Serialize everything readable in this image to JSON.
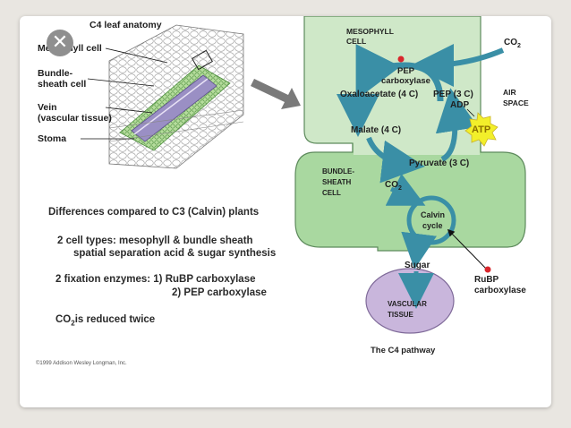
{
  "leaf_anatomy": {
    "title": "C4 leaf anatomy",
    "mesophyll_label": "Mesophyll cell",
    "bundle_sheath_label_1": "Bundle-",
    "bundle_sheath_label_2": "sheath cell",
    "vein_label_1": "Vein",
    "vein_label_2": "(vascular tissue)",
    "stoma_label": "Stoma"
  },
  "notes": {
    "heading": "Differences compared to C3 (Calvin) plants",
    "line1": "2 cell types:  mesophyll & bundle sheath",
    "line2": "spatial separation acid & sugar synthesis",
    "line3": "2 fixation enzymes: 1) RuBP carboxylase",
    "line4": "2) PEP carboxylase",
    "line5_main": "CO",
    "line5_sub": "2",
    "line5_rest": "is reduced twice",
    "copyright": "©1999 Addison Wesley Longman, Inc."
  },
  "pathway": {
    "mesophyll_1": "MESOPHYLL",
    "mesophyll_2": "CELL",
    "co2_air": "CO",
    "co2_air_sub": "2",
    "air_space_1": "AIR",
    "air_space_2": "SPACE",
    "pep_carboxylase_1": "PEP",
    "pep_carboxylase_2": "carboxylase",
    "oxaloacetate": "Oxaloacetate (4 C)",
    "pep": "PEP (3 C)",
    "adp": "ADP",
    "atp": "ATP",
    "malate": "Malate (4 C)",
    "pyruvate": "Pyruvate (3 C)",
    "bundle_1": "BUNDLE-",
    "bundle_2": "SHEATH",
    "bundle_3": "CELL",
    "co2_bundle": "CO",
    "co2_bundle_sub": "2",
    "calvin_1": "Calvin",
    "calvin_2": "cycle",
    "sugar": "Sugar",
    "rubp_1": "RuBP",
    "rubp_2": "carboxylase",
    "vascular_1": "VASCULAR",
    "vascular_2": "TISSUE",
    "caption": "The C4 pathway"
  },
  "colors": {
    "card": "#ffffff",
    "background": "#e9e6e1",
    "cell_fill": "#cfe8c8",
    "cell_stroke": "#5d8a5c",
    "bundle_fill": "#a9d8a0",
    "vascular_fill": "#c9b6dc",
    "arrow": "#3a8fa6",
    "atp": "#f2ef2a",
    "enzyme_dot": "#d9262c"
  }
}
